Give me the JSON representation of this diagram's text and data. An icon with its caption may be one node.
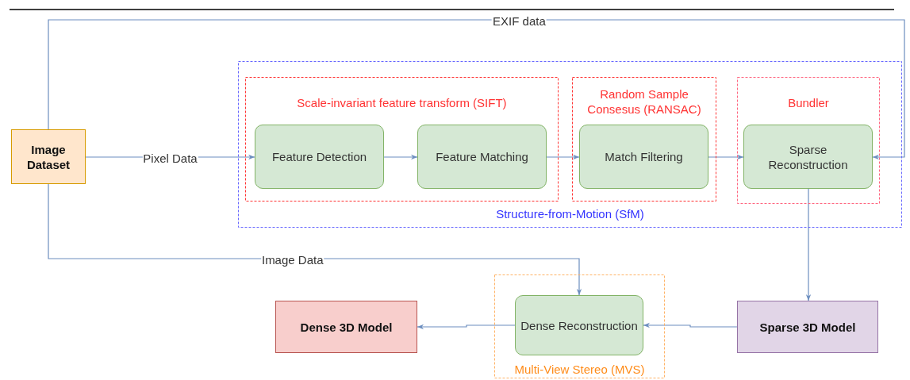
{
  "diagram": {
    "nodes": [
      {
        "text": [
          "Image Dataset"
        ]
      },
      {
        "text": [
          "Structure-from-Motion (SfM)"
        ]
      },
      {
        "text": [
          "Scale-invariant feature transform (SIFT)"
        ],
        "in": 1
      },
      {
        "text": [
          "Feature Detection"
        ],
        "in": 2
      },
      {
        "text": [
          "Feature Matching"
        ],
        "in": 2
      },
      {
        "text": [
          "Random Sample Consesus (RANSAC)"
        ],
        "in": 1
      },
      {
        "text": [
          "Match Filtering"
        ],
        "in": 5
      },
      {
        "text": [
          "Bundler"
        ],
        "in": 1
      },
      {
        "text": [
          "Sparse Reconstruction"
        ],
        "in": 7
      },
      {
        "text": [
          "Dense 3D Model"
        ]
      },
      {
        "text": [
          "Multi-View Stereo (MVS)"
        ]
      },
      {
        "text": [
          "Dense Reconstruction"
        ],
        "in": 10
      },
      {
        "text": [
          "Sparse 3D Model"
        ]
      }
    ],
    "edges": [
      {
        "from": 0,
        "to": 3,
        "arrow": "to",
        "label": "Pixel Data"
      },
      {
        "from": 3,
        "to": 4,
        "arrow": "to"
      },
      {
        "from": 4,
        "to": 6,
        "arrow": "to"
      },
      {
        "from": 6,
        "to": 8,
        "arrow": "to"
      },
      {
        "from": 0,
        "to": 8,
        "arrow": "to",
        "label": "EXIF data"
      },
      {
        "from": 0,
        "to": 11,
        "arrow": "to",
        "label": "Image Data"
      },
      {
        "from": 8,
        "to": 12,
        "arrow": "to"
      },
      {
        "from": 12,
        "to": 11,
        "arrow": "to"
      },
      {
        "from": 11,
        "to": 9,
        "arrow": "to"
      }
    ]
  }
}
